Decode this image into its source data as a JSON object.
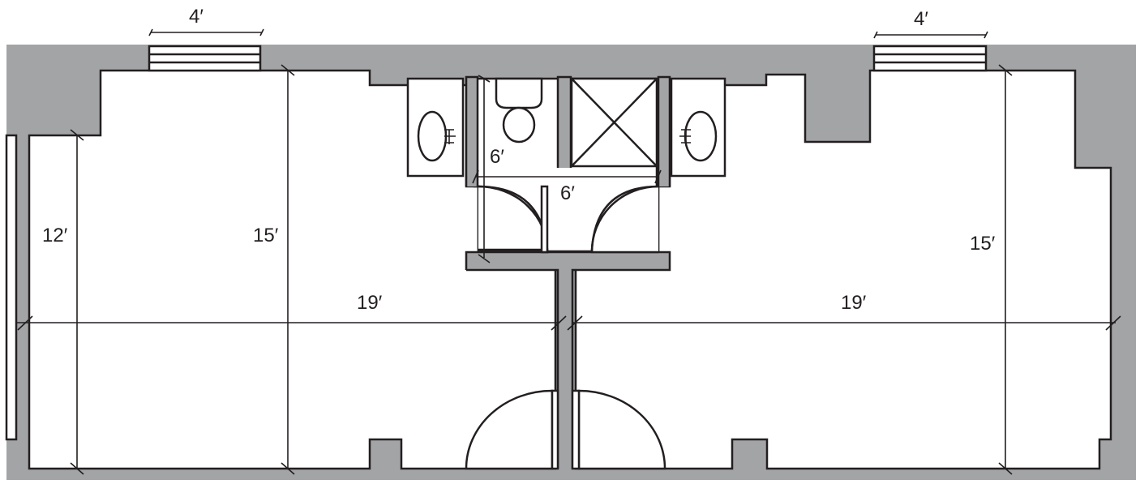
{
  "floor_plan": {
    "wall_color": "#a3a4a6",
    "line_color": "#231f20",
    "dimensions": {
      "window_left_width": "4′",
      "window_right_width": "4′",
      "room_left_alcove_depth": "12′",
      "room_left_depth": "15′",
      "room_left_width": "19′",
      "room_right_depth": "15′",
      "room_right_width": "19′",
      "bath_toilet_depth": "6′",
      "bath_width": "6′"
    }
  }
}
